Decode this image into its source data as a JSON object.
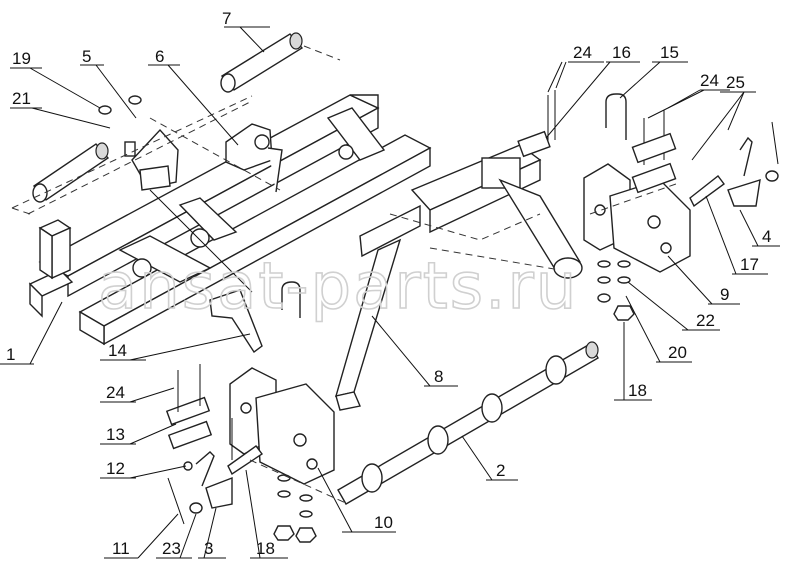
{
  "watermark": "ansat-parts.ru",
  "corner_mark": "",
  "callouts": [
    {
      "id": "c1",
      "label": "1"
    },
    {
      "id": "c2",
      "label": "2"
    },
    {
      "id": "c3",
      "label": "3"
    },
    {
      "id": "c4",
      "label": "4"
    },
    {
      "id": "c5",
      "label": "5"
    },
    {
      "id": "c6",
      "label": "6"
    },
    {
      "id": "c7",
      "label": "7"
    },
    {
      "id": "c8",
      "label": "8"
    },
    {
      "id": "c9",
      "label": "9"
    },
    {
      "id": "c10",
      "label": "10"
    },
    {
      "id": "c11",
      "label": "11"
    },
    {
      "id": "c12",
      "label": "12"
    },
    {
      "id": "c13",
      "label": "13"
    },
    {
      "id": "c14",
      "label": "14"
    },
    {
      "id": "c15",
      "label": "15"
    },
    {
      "id": "c16",
      "label": "16"
    },
    {
      "id": "c17",
      "label": "17"
    },
    {
      "id": "c18a",
      "label": "18"
    },
    {
      "id": "c18b",
      "label": "18"
    },
    {
      "id": "c19",
      "label": "19"
    },
    {
      "id": "c20",
      "label": "20"
    },
    {
      "id": "c21",
      "label": "21"
    },
    {
      "id": "c22",
      "label": "22"
    },
    {
      "id": "c23",
      "label": "23"
    },
    {
      "id": "c24a",
      "label": "24"
    },
    {
      "id": "c24b",
      "label": "24"
    },
    {
      "id": "c24c",
      "label": "24"
    },
    {
      "id": "c25",
      "label": "25"
    }
  ]
}
